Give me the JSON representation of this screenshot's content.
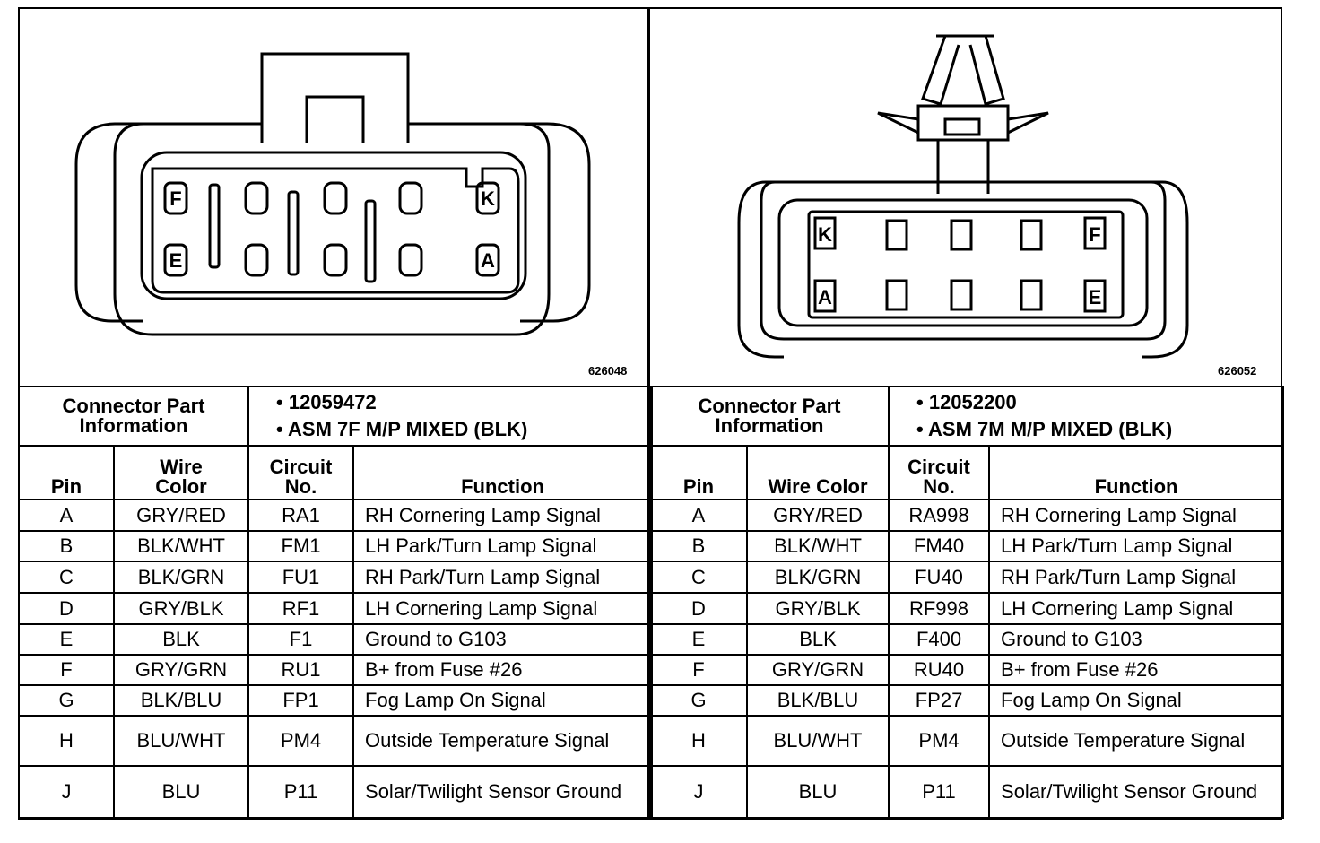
{
  "left": {
    "figure_code": "626048",
    "connector_labels": {
      "top_left": "F",
      "bottom_left": "E",
      "top_right": "K",
      "bottom_right": "A"
    },
    "part_info_label": "Connector Part Information",
    "part_number": "• 12059472",
    "part_desc": "• ASM 7F M/P MIXED (BLK)",
    "headers": {
      "pin": "Pin",
      "wire_color": "Wire Color",
      "circuit": "Circuit No.",
      "function": "Function"
    },
    "rows": [
      {
        "pin": "A",
        "wire": "GRY/RED",
        "circuit": "RA1",
        "function": "RH Cornering Lamp Signal"
      },
      {
        "pin": "B",
        "wire": "BLK/WHT",
        "circuit": "FM1",
        "function": "LH Park/Turn Lamp Signal"
      },
      {
        "pin": "C",
        "wire": "BLK/GRN",
        "circuit": "FU1",
        "function": "RH Park/Turn Lamp Signal"
      },
      {
        "pin": "D",
        "wire": "GRY/BLK",
        "circuit": "RF1",
        "function": "LH Cornering Lamp Signal"
      },
      {
        "pin": "E",
        "wire": "BLK",
        "circuit": "F1",
        "function": "Ground to G103"
      },
      {
        "pin": "F",
        "wire": "GRY/GRN",
        "circuit": "RU1",
        "function": "B+ from Fuse #26"
      },
      {
        "pin": "G",
        "wire": "BLK/BLU",
        "circuit": "FP1",
        "function": "Fog Lamp On Signal"
      },
      {
        "pin": "H",
        "wire": "BLU/WHT",
        "circuit": "PM4",
        "function": "Outside Temperature Signal"
      },
      {
        "pin": "J",
        "wire": "BLU",
        "circuit": "P11",
        "function": "Solar/Twilight Sensor Ground"
      }
    ]
  },
  "right": {
    "figure_code": "626052",
    "connector_labels": {
      "top_left": "K",
      "bottom_left": "A",
      "top_right": "F",
      "bottom_right": "E"
    },
    "part_info_label": "Connector Part Information",
    "part_number": "• 12052200",
    "part_desc": "• ASM 7M M/P MIXED (BLK)",
    "headers": {
      "pin": "Pin",
      "wire_color": "Wire Color",
      "circuit": "Circuit No.",
      "function": "Function"
    },
    "rows": [
      {
        "pin": "A",
        "wire": "GRY/RED",
        "circuit": "RA998",
        "function": "RH Cornering Lamp Signal"
      },
      {
        "pin": "B",
        "wire": "BLK/WHT",
        "circuit": "FM40",
        "function": "LH Park/Turn Lamp Signal"
      },
      {
        "pin": "C",
        "wire": "BLK/GRN",
        "circuit": "FU40",
        "function": "RH Park/Turn Lamp Signal"
      },
      {
        "pin": "D",
        "wire": "GRY/BLK",
        "circuit": "RF998",
        "function": "LH Cornering Lamp Signal"
      },
      {
        "pin": "E",
        "wire": "BLK",
        "circuit": "F400",
        "function": "Ground to G103"
      },
      {
        "pin": "F",
        "wire": "GRY/GRN",
        "circuit": "RU40",
        "function": "B+ from Fuse #26"
      },
      {
        "pin": "G",
        "wire": "BLK/BLU",
        "circuit": "FP27",
        "function": "Fog Lamp On Signal"
      },
      {
        "pin": "H",
        "wire": "BLU/WHT",
        "circuit": "PM4",
        "function": "Outside Temperature Signal"
      },
      {
        "pin": "J",
        "wire": "BLU",
        "circuit": "P11",
        "function": "Solar/Twilight Sensor Ground"
      }
    ]
  }
}
